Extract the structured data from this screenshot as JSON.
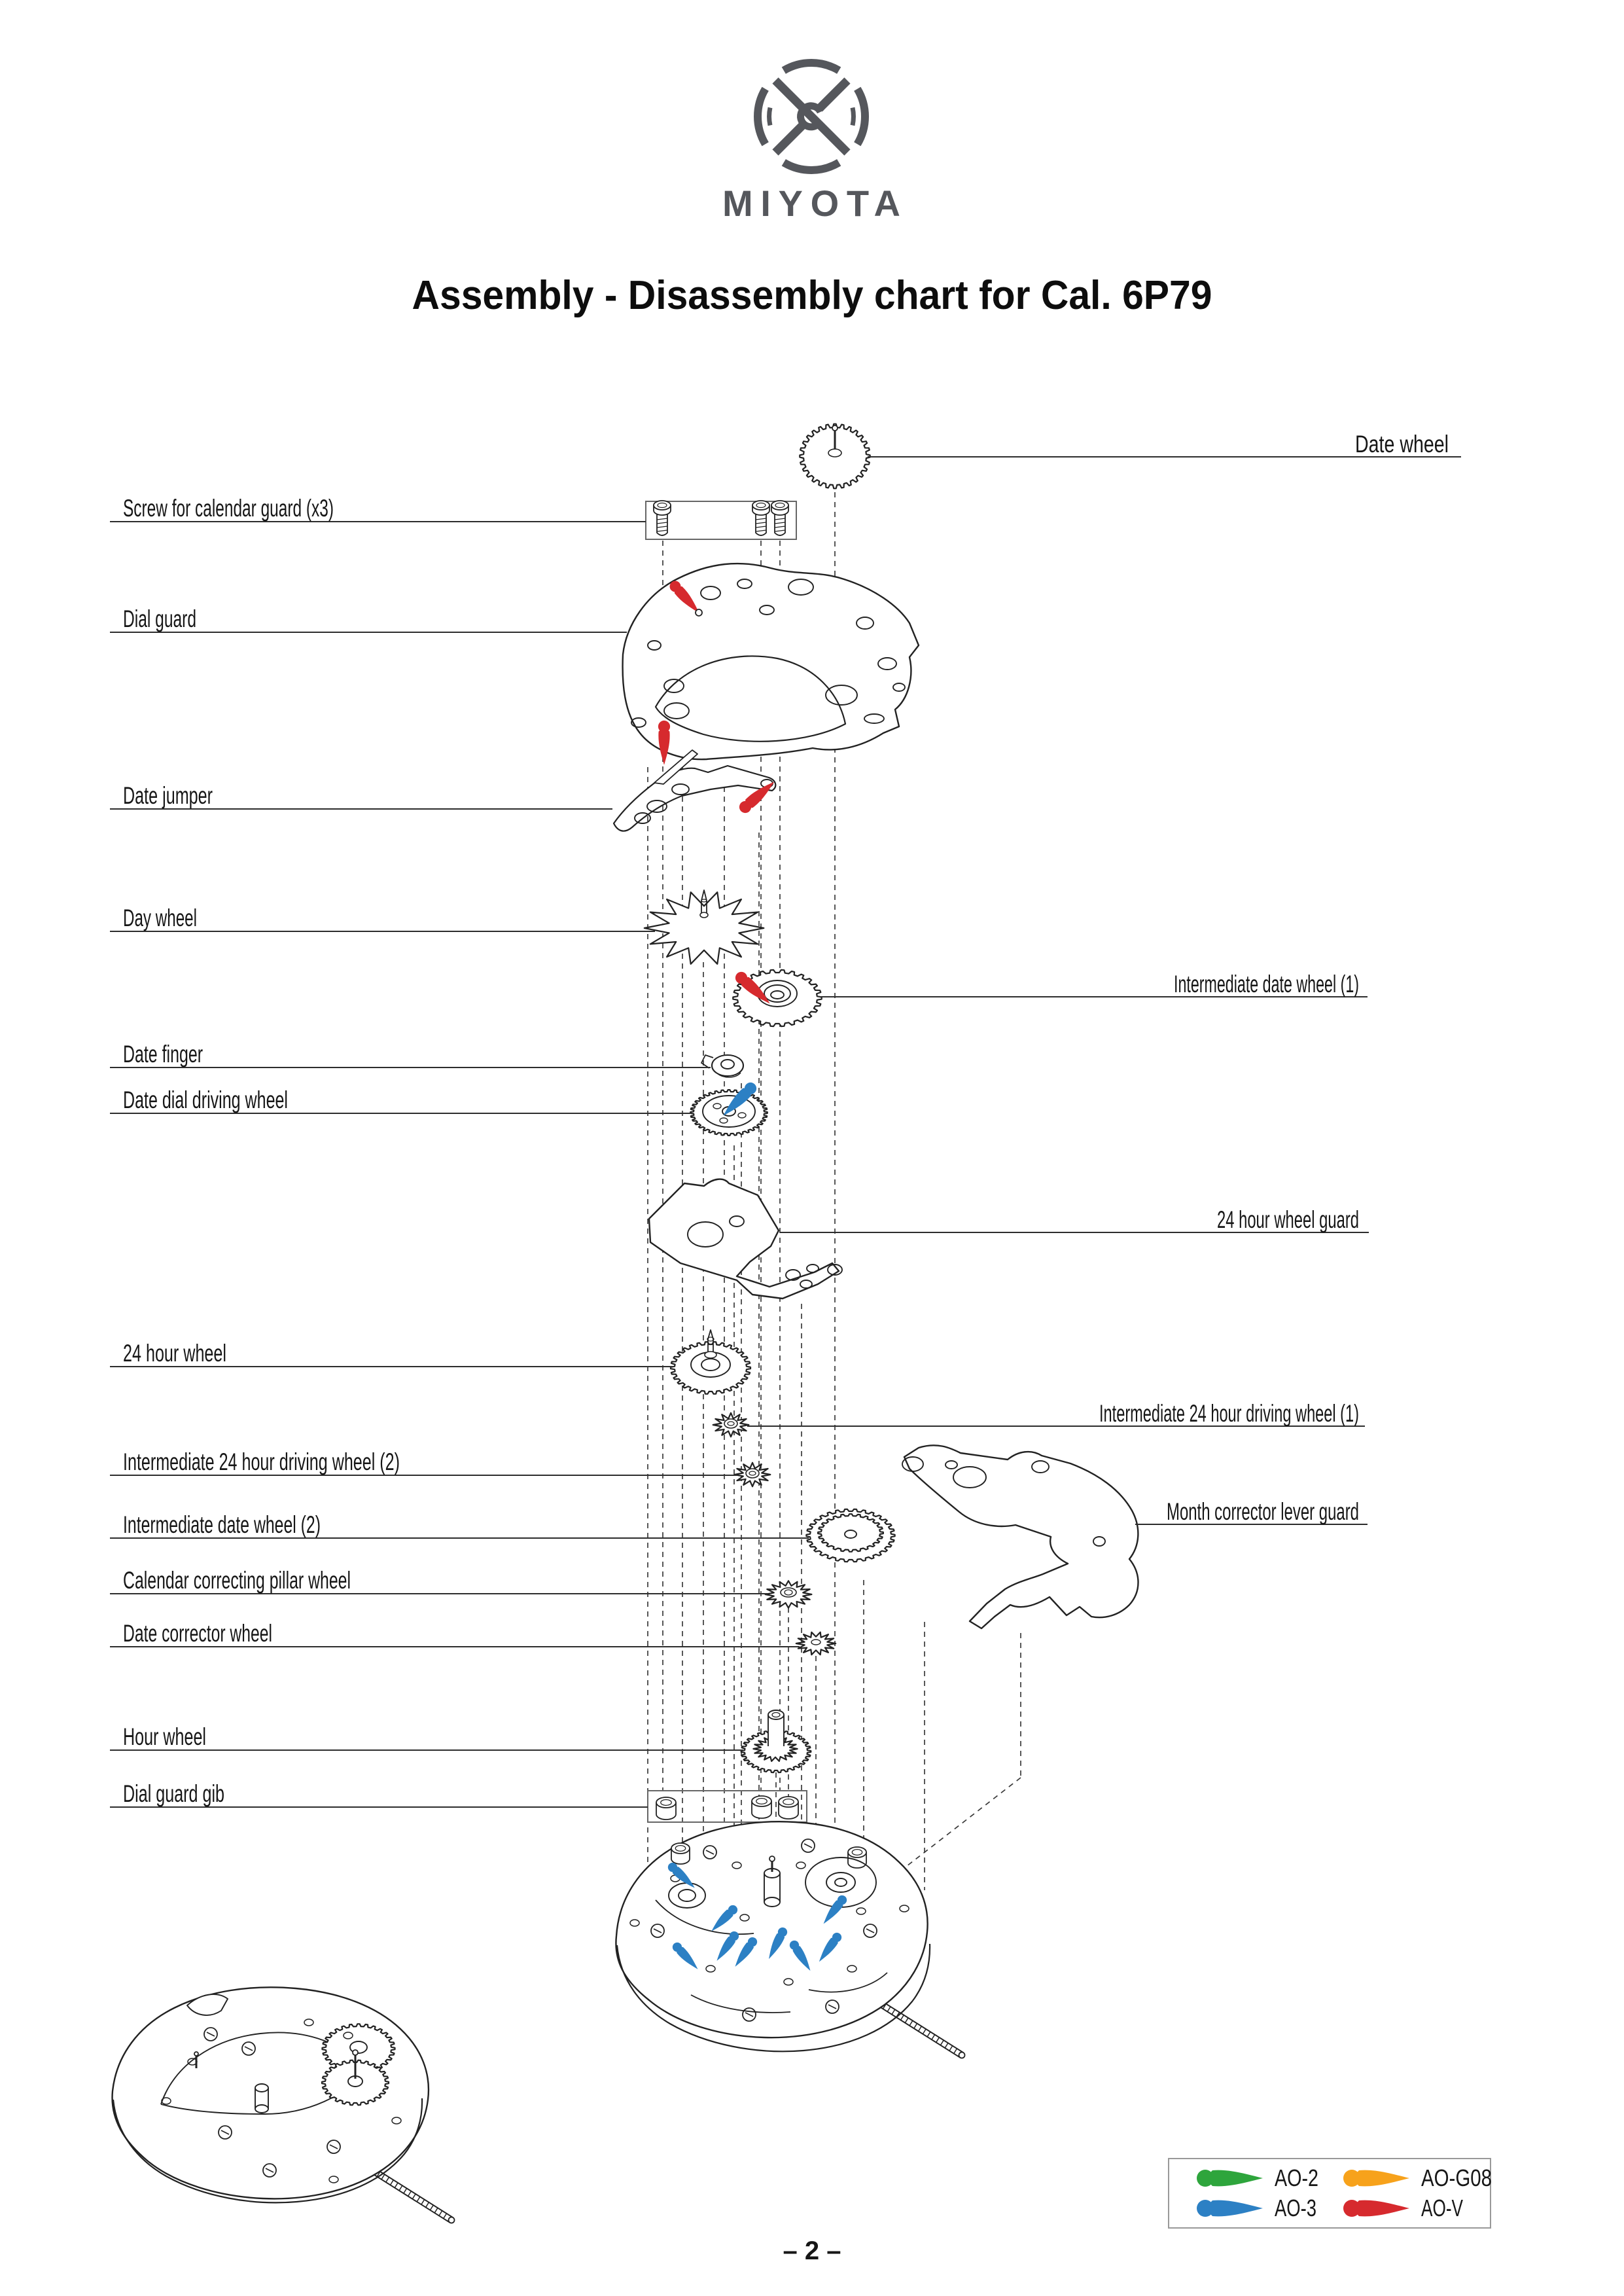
{
  "header": {
    "brand": "MIYOTA",
    "title": "Assembly - Disassembly chart for Cal. 6P79"
  },
  "labels": {
    "left": [
      {
        "text": "Screw for calendar guard (x3)"
      },
      {
        "text": "Dial guard"
      },
      {
        "text": "Date jumper"
      },
      {
        "text": "Day wheel"
      },
      {
        "text": "Date finger"
      },
      {
        "text": "Date dial driving wheel"
      },
      {
        "text": "24 hour wheel"
      },
      {
        "text": "Intermediate 24 hour driving wheel (2)"
      },
      {
        "text": "Intermediate date wheel (2)"
      },
      {
        "text": "Calendar correcting pillar wheel"
      },
      {
        "text": "Date corrector wheel"
      },
      {
        "text": "Hour wheel"
      },
      {
        "text": "Dial guard gib"
      }
    ],
    "right": [
      {
        "text": "Date wheel"
      },
      {
        "text": "Intermediate date wheel (1)"
      },
      {
        "text": "24 hour wheel guard"
      },
      {
        "text": "Intermediate 24 hour driving wheel (1)"
      },
      {
        "text": "Month corrector lever guard"
      }
    ]
  },
  "legend": {
    "items": [
      {
        "label": "AO-2",
        "color": "#2ea53c"
      },
      {
        "label": "AO-3",
        "color": "#2c80c4"
      },
      {
        "label": "AO-G08",
        "color": "#f7a21b"
      },
      {
        "label": "AO-V",
        "color": "#d62a2e"
      }
    ]
  },
  "footer": {
    "page_number": "– 2 –"
  }
}
